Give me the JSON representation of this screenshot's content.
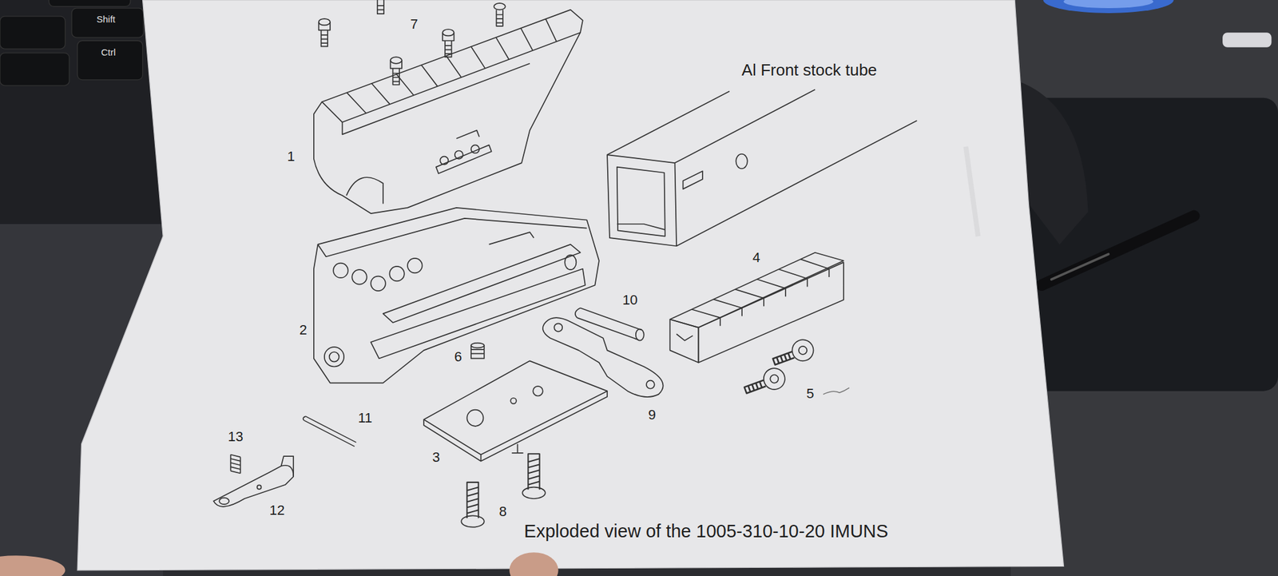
{
  "diagram": {
    "caption": "Exploded view of the 1005-310-10-20 IMUNS",
    "labels": [
      "Shift",
      "Ctrl",
      "7",
      "1",
      "Al Front stock tube",
      "4",
      "10",
      "2",
      "6",
      "5",
      "9",
      "11",
      "13",
      "3",
      "12",
      "8"
    ]
  }
}
